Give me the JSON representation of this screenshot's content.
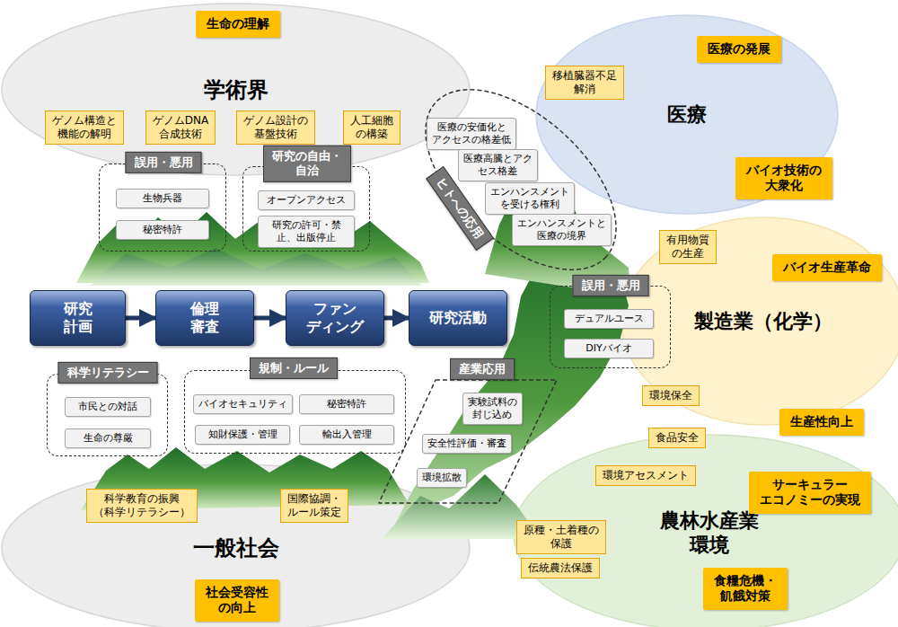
{
  "diagram": {
    "nodes": [
      {
        "text": [
          "学術界"
        ]
      },
      {
        "text": [
          "医療"
        ]
      },
      {
        "text": [
          "製造業（化学）"
        ]
      },
      {
        "text": [
          "農林水産業 環境"
        ]
      },
      {
        "text": [
          "一般社会"
        ]
      },
      {
        "text": [
          "生命の理解"
        ]
      },
      {
        "text": [
          "ゲノム構造と 機能の解明"
        ]
      },
      {
        "text": [
          "ゲノムDNA 合成技術"
        ]
      },
      {
        "text": [
          "ゲノム設計の 基盤技術"
        ]
      },
      {
        "text": [
          "人工細胞 の構築"
        ]
      },
      {
        "text": [
          "医療の発展"
        ]
      },
      {
        "text": [
          "移植臓器不足 解消"
        ]
      },
      {
        "text": [
          "バイオ技術の 大衆化"
        ]
      },
      {
        "text": [
          "有用物質 の生産"
        ]
      },
      {
        "text": [
          "バイオ生産革命"
        ]
      },
      {
        "text": [
          "誤用・悪用"
        ]
      },
      {
        "text": [
          "生物兵器"
        ],
        "in": 15
      },
      {
        "text": [
          "秘密特許"
        ],
        "in": 15
      },
      {
        "text": [
          "研究の自由・ 自治"
        ]
      },
      {
        "text": [
          "オープンアクセス"
        ],
        "in": 18
      },
      {
        "text": [
          "研究の許可・禁 止、出版停止"
        ],
        "in": 18
      },
      {
        "text": [
          "ヒトへの応用"
        ]
      },
      {
        "text": [
          "医療の安価化と アクセスの格差低"
        ],
        "in": 21
      },
      {
        "text": [
          "医療高騰とアク セス格差"
        ],
        "in": 21
      },
      {
        "text": [
          "エンハンスメント を受ける権利"
        ],
        "in": 21
      },
      {
        "text": [
          "エンハンスメントと 医療の境界"
        ],
        "in": 21
      },
      {
        "text": [
          "研究 計画"
        ]
      },
      {
        "text": [
          "倫理 審査"
        ]
      },
      {
        "text": [
          "ファン ディング"
        ]
      },
      {
        "text": [
          "研究活動"
        ]
      },
      {
        "text": [
          "誤用・悪用"
        ]
      },
      {
        "text": [
          "デュアルユース"
        ],
        "in": 30
      },
      {
        "text": [
          "DIYバイオ"
        ],
        "in": 30
      },
      {
        "text": [
          "科学リテラシー"
        ]
      },
      {
        "text": [
          "市民との対話"
        ],
        "in": 33
      },
      {
        "text": [
          "生命の尊厳"
        ],
        "in": 33
      },
      {
        "text": [
          "規制・ルール"
        ]
      },
      {
        "text": [
          "バイオセキュリティ"
        ],
        "in": 36
      },
      {
        "text": [
          "秘密特許"
        ],
        "in": 36
      },
      {
        "text": [
          "知財保護・管理"
        ],
        "in": 36
      },
      {
        "text": [
          "輸出入管理"
        ],
        "in": 36
      },
      {
        "text": [
          "産業応用"
        ]
      },
      {
        "text": [
          "実験試料の 封じ込め"
        ],
        "in": 41
      },
      {
        "text": [
          "安全性評価・審査"
        ],
        "in": 41
      },
      {
        "text": [
          "環境拡散"
        ],
        "in": 41
      },
      {
        "text": [
          "環境保全"
        ]
      },
      {
        "text": [
          "生産性向上"
        ]
      },
      {
        "text": [
          "食品安全"
        ]
      },
      {
        "text": [
          "環境アセスメント"
        ]
      },
      {
        "text": [
          "サーキュラー エコノミーの実現"
        ]
      },
      {
        "text": [
          "原種・土着種の 保護"
        ]
      },
      {
        "text": [
          "伝統農法保護"
        ]
      },
      {
        "text": [
          "食糧危機・ 飢餓対策"
        ]
      },
      {
        "text": [
          "科学教育の振興 （科学リテラシー）"
        ]
      },
      {
        "text": [
          "国際協調・ ルール策定"
        ]
      },
      {
        "text": [
          "社会受容性 の向上"
        ]
      }
    ],
    "edges": [
      {
        "from": 26,
        "to": 27,
        "arrow": "to"
      },
      {
        "from": 27,
        "to": 28,
        "arrow": "to"
      },
      {
        "from": 28,
        "to": 29,
        "arrow": "to"
      }
    ]
  }
}
